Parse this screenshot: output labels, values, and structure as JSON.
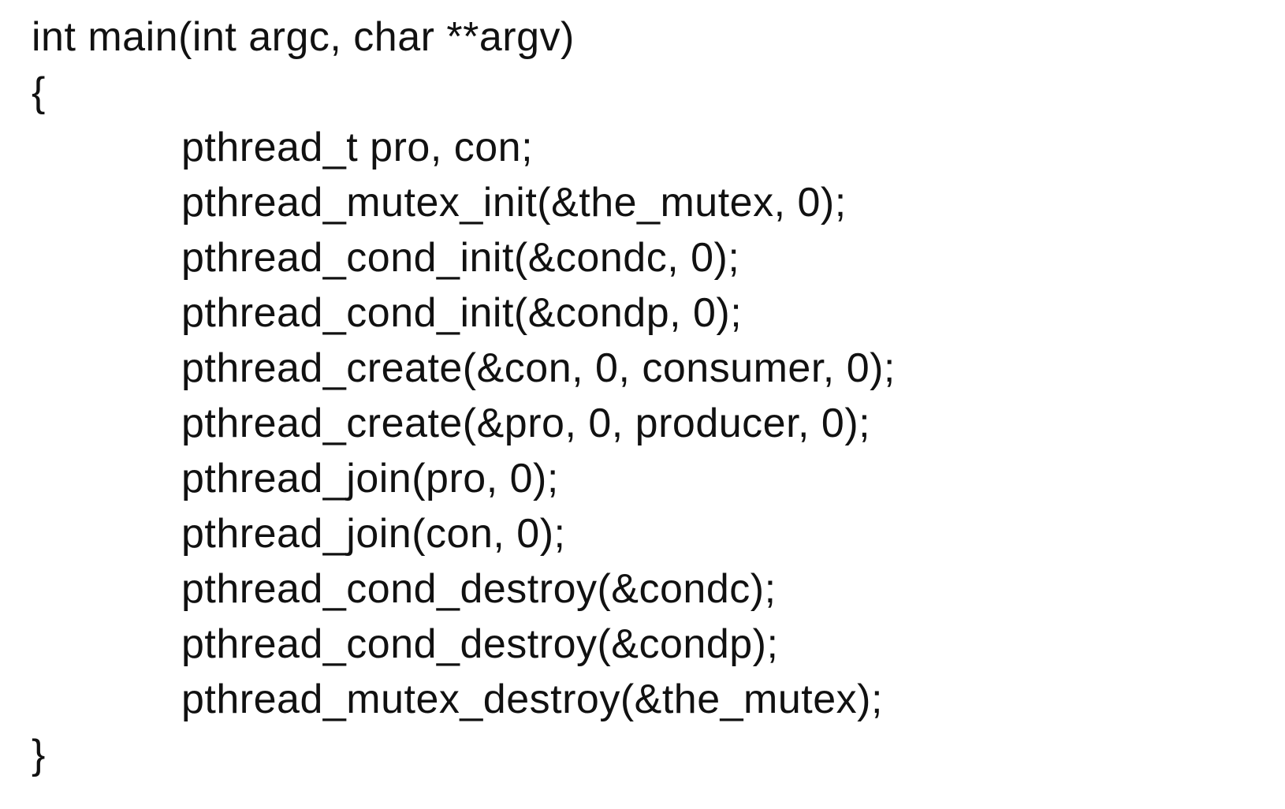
{
  "code": {
    "lines": [
      {
        "text": "int main(int argc, char **argv)",
        "indent": false
      },
      {
        "text": "{",
        "indent": false
      },
      {
        "text": "pthread_t pro, con;",
        "indent": true
      },
      {
        "text": "pthread_mutex_init(&the_mutex, 0);",
        "indent": true
      },
      {
        "text": "pthread_cond_init(&condc, 0);",
        "indent": true
      },
      {
        "text": "pthread_cond_init(&condp, 0);",
        "indent": true
      },
      {
        "text": "pthread_create(&con, 0, consumer, 0);",
        "indent": true
      },
      {
        "text": "pthread_create(&pro, 0, producer, 0);",
        "indent": true
      },
      {
        "text": "pthread_join(pro, 0);",
        "indent": true
      },
      {
        "text": "pthread_join(con, 0);",
        "indent": true
      },
      {
        "text": "pthread_cond_destroy(&condc);",
        "indent": true
      },
      {
        "text": "pthread_cond_destroy(&condp);",
        "indent": true
      },
      {
        "text": "pthread_mutex_destroy(&the_mutex);",
        "indent": true
      },
      {
        "text": "}",
        "indent": false
      }
    ]
  }
}
